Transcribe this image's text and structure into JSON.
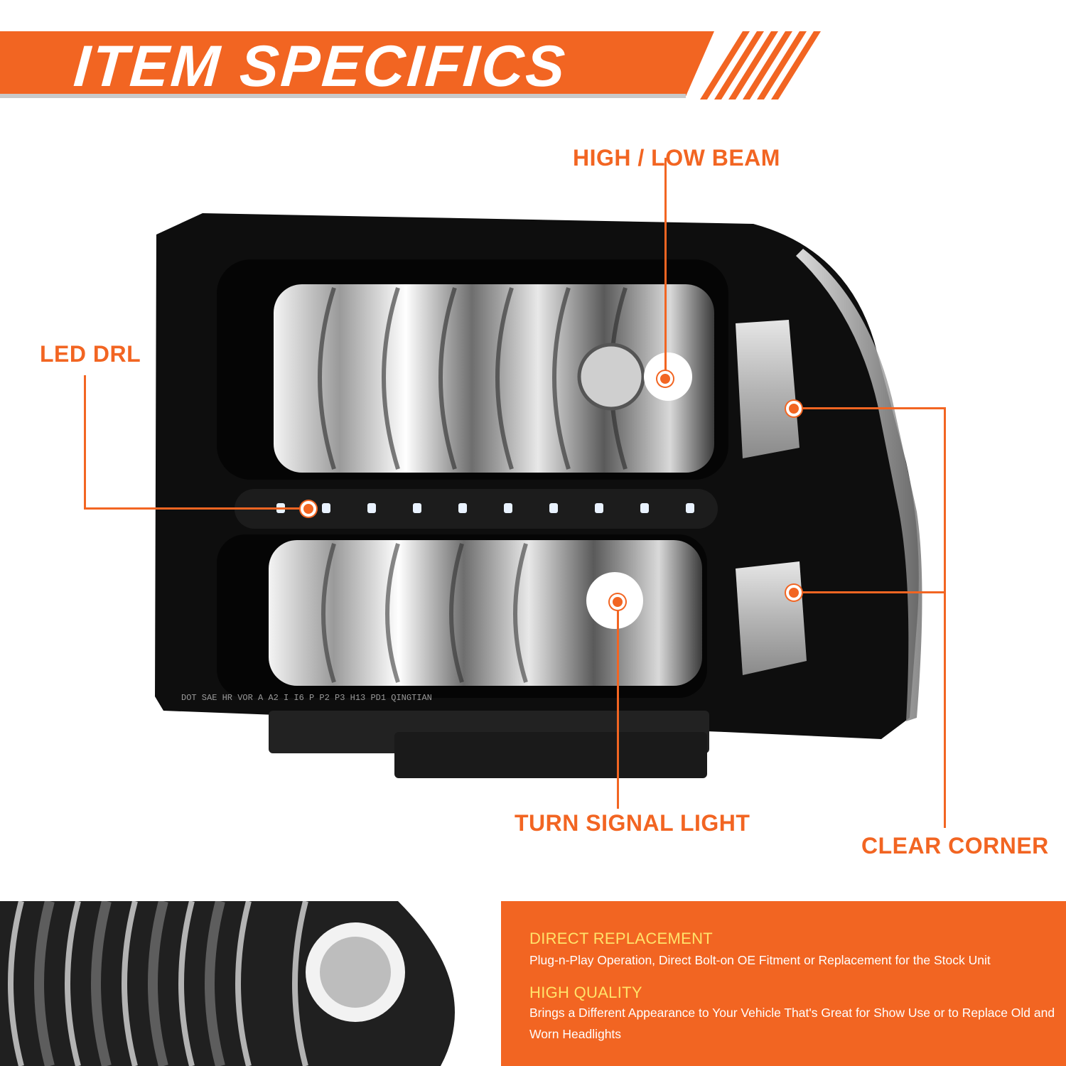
{
  "colors": {
    "accent": "#f26522",
    "highlight_text": "#ffe36b",
    "product_body": "#111111"
  },
  "banner": {
    "title": "ITEM SPECIFICS"
  },
  "callouts": {
    "high_low_beam": "HIGH / LOW BEAM",
    "led_drl": "LED DRL",
    "turn_signal": "TURN SIGNAL LIGHT",
    "clear_corner": "CLEAR CORNER"
  },
  "product": {
    "lens_marking": "DOT SAE HR VOR A A2 I I6 P P2 P3 H13 PD1 QINGTIAN",
    "led_count": 10
  },
  "features": [
    {
      "title": "DIRECT REPLACEMENT",
      "text": "Plug-n-Play Operation, Direct Bolt-on OE Fitment or Replacement for the Stock Unit"
    },
    {
      "title": "HIGH QUALITY",
      "text": "Brings a Different Appearance to Your Vehicle That's Great for Show Use or to Replace Old and Worn Headlights"
    }
  ]
}
